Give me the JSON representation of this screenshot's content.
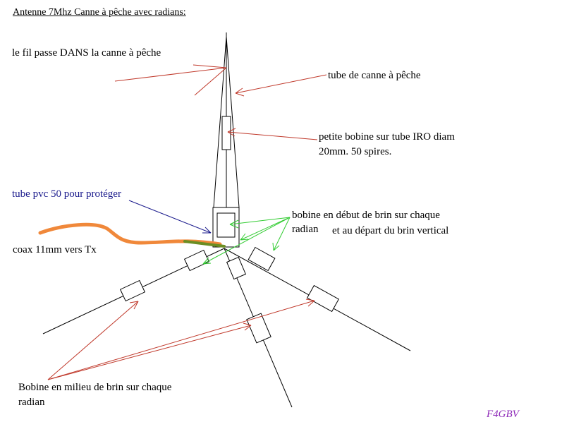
{
  "title": "Antenne 7Mhz Canne à pêche avec radians:",
  "labels": {
    "wire_inside": "le fil passe DANS la canne à pêche",
    "rod_tube": "tube de canne à pêche",
    "small_coil_line1": "petite bobine sur tube IRO diam",
    "small_coil_line2": "20mm. 50 spires.",
    "pvc_tube": "tube pvc 50 pour protéger",
    "start_coil_line1": "bobine en début de brin sur chaque",
    "start_coil_line2a": "radian",
    "start_coil_line2b": "et au départ du brin vertical",
    "coax": "coax 11mm vers Tx",
    "mid_coil_line1": "Bobine en milieu de brin sur chaque",
    "mid_coil_line2": "radian"
  },
  "signature": "F4GBV",
  "colors": {
    "red_arrow": "#c0392b",
    "green_arrow": "#33cc33",
    "coax": "#f0883a",
    "coax_inner": "#6b8e23",
    "blue_text": "#1a1a8c",
    "signature": "#8e2ab8"
  }
}
